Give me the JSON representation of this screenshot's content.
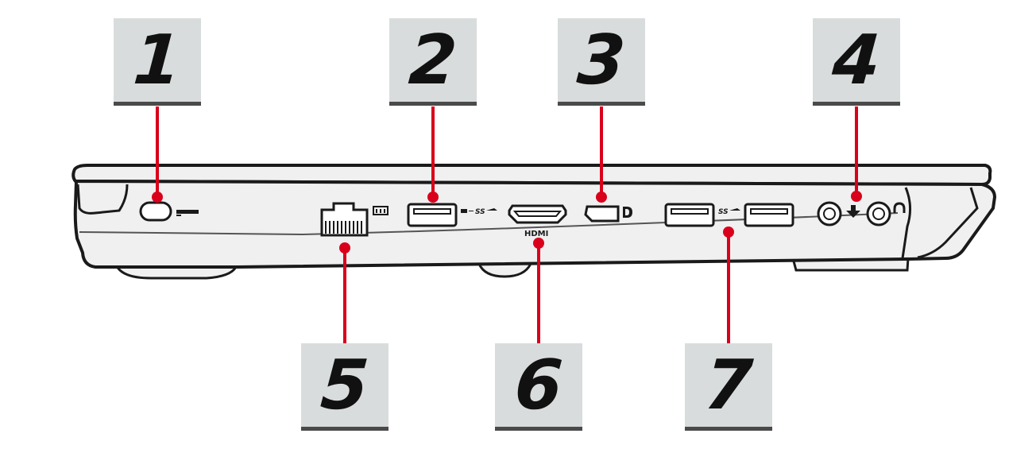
{
  "labels": {
    "l1": "1",
    "l2": "2",
    "l3": "3",
    "l4": "4",
    "l5": "5",
    "l6": "6",
    "l7": "7"
  },
  "port_glyphs": {
    "hdmi_text": "HDMI"
  },
  "colors": {
    "callout": "#d9001b",
    "outline": "#1a1a1a",
    "body": "#f0f0f0",
    "label_bg": "#d9dcdc",
    "label_bar": "#4a4a4a"
  }
}
